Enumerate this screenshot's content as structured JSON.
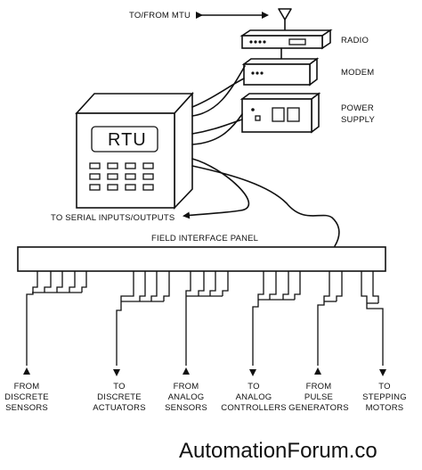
{
  "top_link_label": "TO/FROM MTU",
  "devices": {
    "radio": "RADIO",
    "modem": "MODEM",
    "power_supply_line1": "POWER",
    "power_supply_line2": "SUPPLY"
  },
  "rtu_label": "RTU",
  "serial_label": "TO SERIAL INPUTS/OUTPUTS",
  "panel_label": "FIELD INTERFACE PANEL",
  "outputs": [
    {
      "line1": "FROM",
      "line2": "DISCRETE",
      "line3": "SENSORS"
    },
    {
      "line1": "TO",
      "line2": "DISCRETE",
      "line3": "ACTUATORS"
    },
    {
      "line1": "FROM",
      "line2": "ANALOG",
      "line3": "SENSORS"
    },
    {
      "line1": "TO",
      "line2": "ANALOG",
      "line3": "CONTROLLERS"
    },
    {
      "line1": "FROM",
      "line2": "PULSE",
      "line3": "GENERATORS"
    },
    {
      "line1": "TO",
      "line2": "STEPPING",
      "line3": "MOTORS"
    }
  ],
  "watermark": "AutomationForum.co"
}
